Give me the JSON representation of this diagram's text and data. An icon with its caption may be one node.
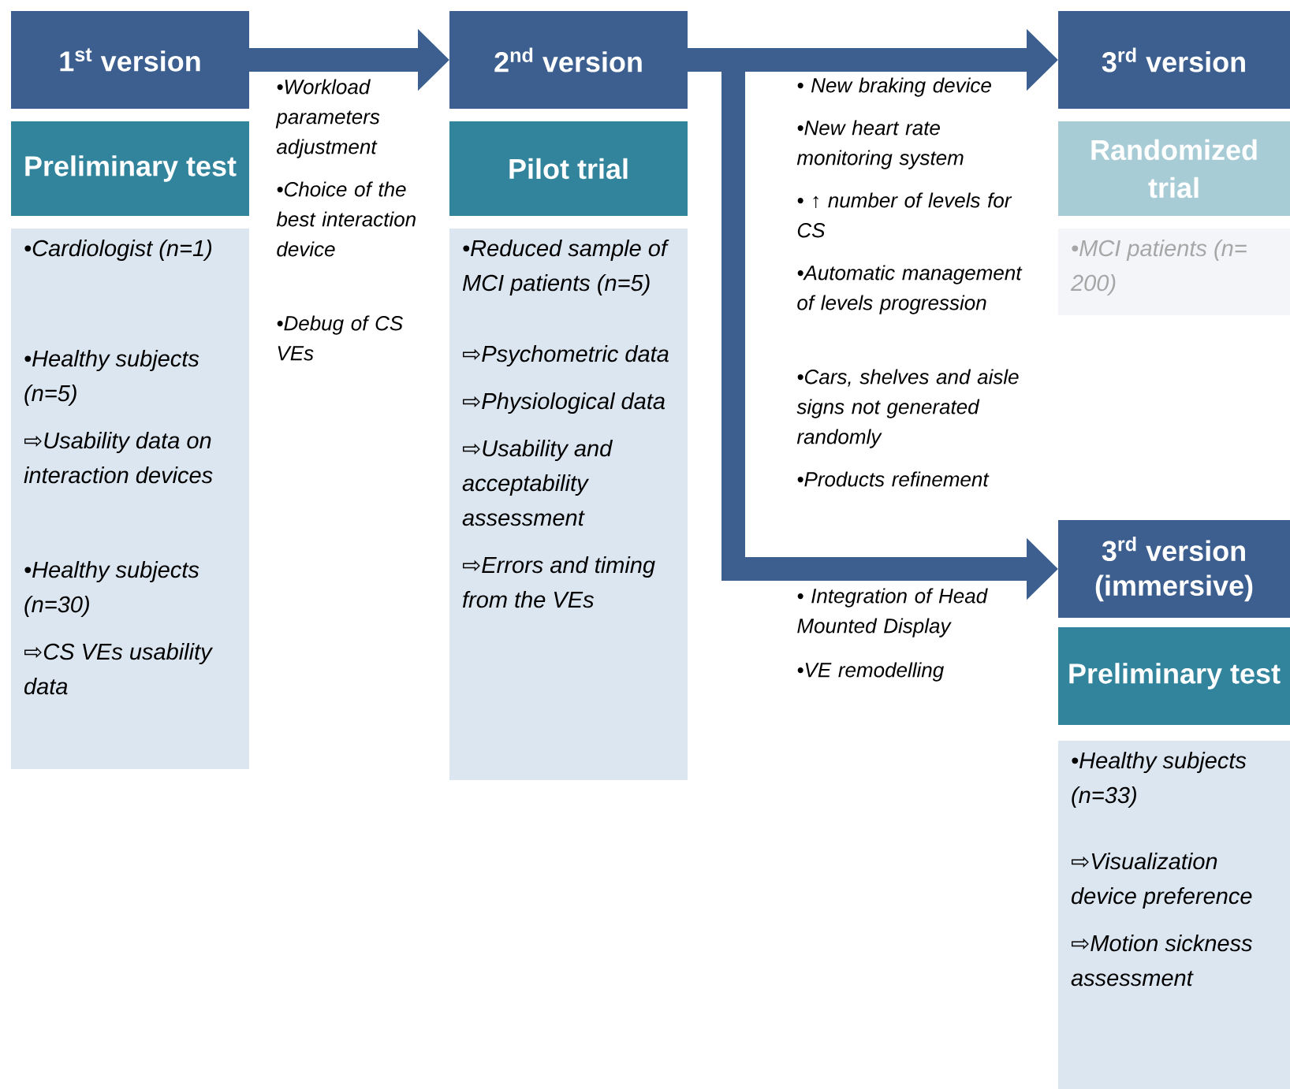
{
  "diagram": {
    "nodes": [
      {
        "text": [
          "1$^{st}$ version"
        ]
      },
      {
        "text": [
          "Preliminary test"
        ]
      },
      {
        "text": [
          "•Cardiologist (n=1)",
          "•Healthy subjects (n=5)",
          "⇨Usability data on interaction devices",
          "•Healthy subjects (n=30)",
          "⇨CS VEs usability data"
        ]
      },
      {
        "text": [
          "2$^{nd}$ version"
        ]
      },
      {
        "text": [
          "Pilot trial"
        ]
      },
      {
        "text": [
          "•Reduced sample of MCI patients (n=5)",
          "⇨Psychometric data",
          "⇨Physiological data",
          "⇨Usability and acceptability assessment",
          "⇨Errors and timing from the VEs"
        ]
      },
      {
        "text": [
          "3$^{rd}$ version"
        ]
      },
      {
        "text": [
          "Randomized trial"
        ]
      },
      {
        "text": [
          "•MCI patients (n= 200)"
        ]
      },
      {
        "text": [
          "3$^{rd}$ version (immersive)"
        ]
      },
      {
        "text": [
          "Preliminary test"
        ]
      },
      {
        "text": [
          "•Healthy subjects (n=33)",
          "⇨Visualization device preference",
          "⇨Motion sickness assessment"
        ]
      }
    ],
    "edges": [
      {
        "from": 0,
        "to": 3,
        "arrow": "to"
      },
      {
        "from": 3,
        "to": 6,
        "arrow": "to"
      },
      {
        "from": 3,
        "to": 9,
        "arrow": "to"
      }
    ],
    "labels": [
      "•Workload parameters adjustment",
      "•Choice of the best interaction device",
      "•Debug of CS VEs",
      "• New braking device",
      "•New heart rate monitoring system",
      "• ↑ number of levels for CS",
      "•Automatic management of levels progression",
      "•Cars, shelves and aisle signs not generated randomly",
      "•Products refinement",
      "• Integration of Head Mounted Display",
      "•VE remodelling"
    ]
  }
}
